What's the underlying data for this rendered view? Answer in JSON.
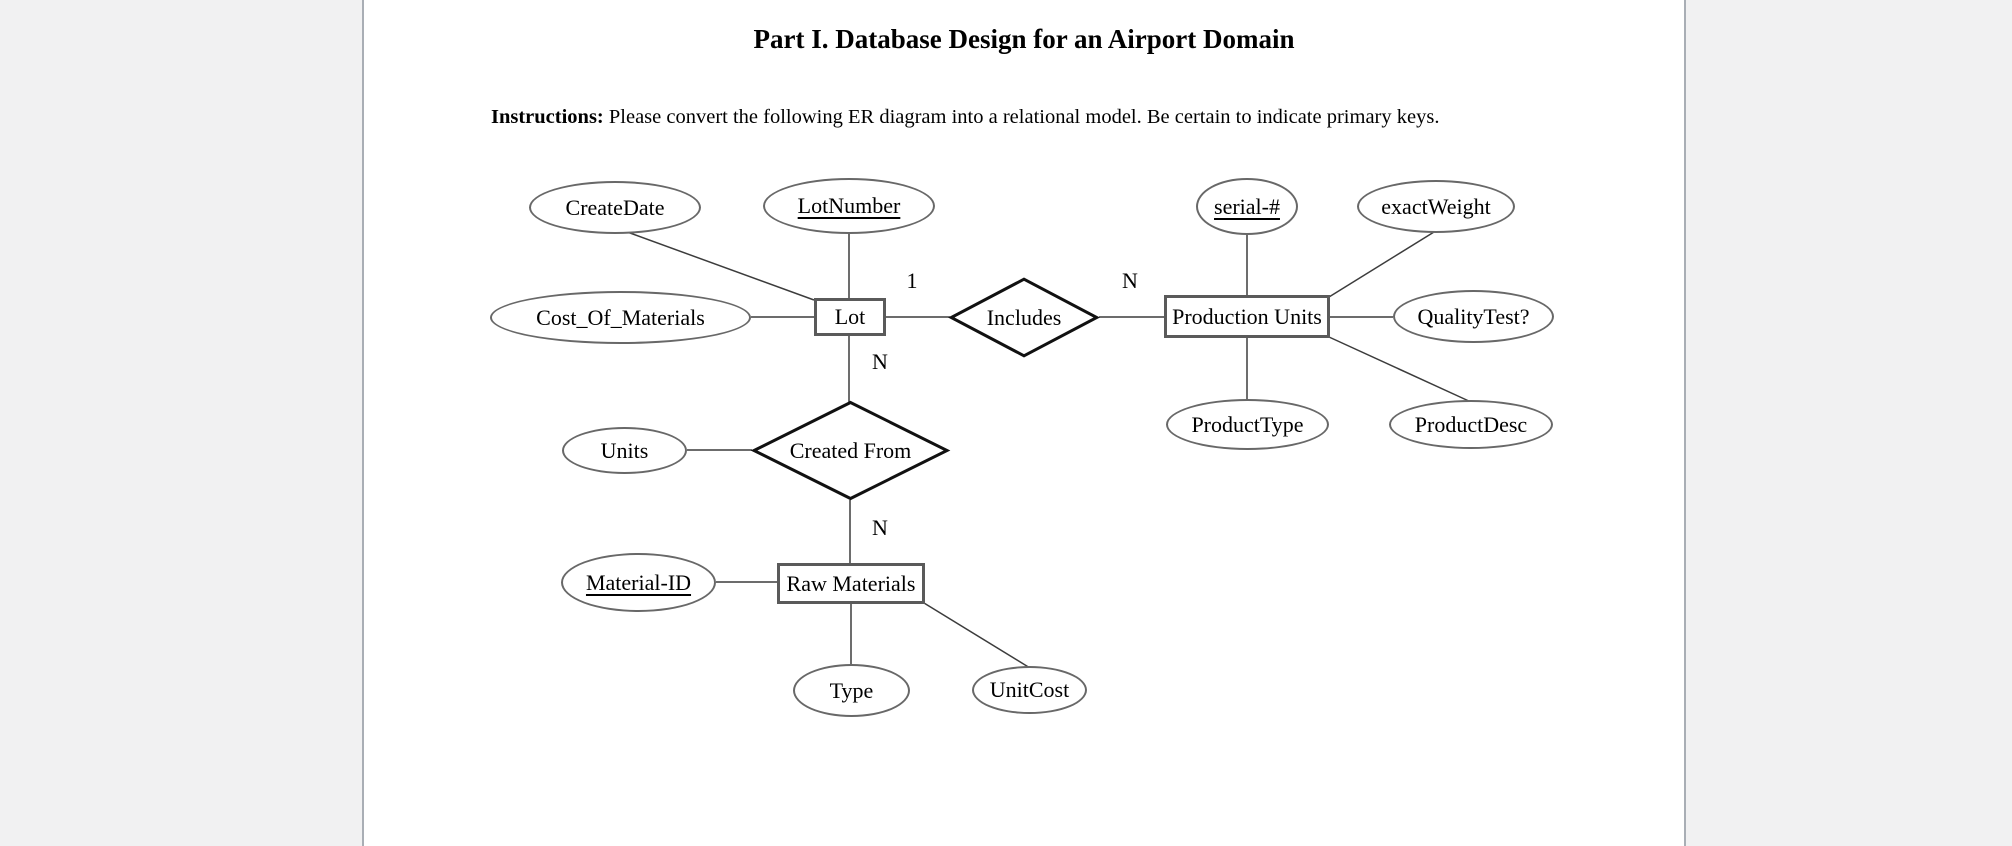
{
  "page": {
    "title": "Part I. Database Design for an Airport Domain",
    "instructions_label": "Instructions:",
    "instructions_text": " Please convert the following ER diagram into a relational model. Be certain to indicate primary keys."
  },
  "diagram": {
    "entities": {
      "lot": {
        "label": "Lot"
      },
      "production_units": {
        "label": "Production Units"
      },
      "raw_materials": {
        "label": "Raw Materials"
      }
    },
    "relationships": {
      "includes": {
        "label": "Includes"
      },
      "created_from": {
        "label": "Created From"
      }
    },
    "attributes": {
      "create_date": {
        "label": "CreateDate",
        "primary_key": false
      },
      "lot_number": {
        "label": "LotNumber",
        "primary_key": true
      },
      "serial_num": {
        "label": "serial-#",
        "primary_key": true
      },
      "exact_weight": {
        "label": "exactWeight",
        "primary_key": false
      },
      "cost_of_materials": {
        "label": "Cost_Of_Materials",
        "primary_key": false
      },
      "quality_test": {
        "label": "QualityTest?",
        "primary_key": false
      },
      "product_type": {
        "label": "ProductType",
        "primary_key": false
      },
      "product_desc": {
        "label": "ProductDesc",
        "primary_key": false
      },
      "units": {
        "label": "Units",
        "primary_key": false
      },
      "material_id": {
        "label": "Material-ID",
        "primary_key": true
      },
      "type": {
        "label": "Type",
        "primary_key": false
      },
      "unit_cost": {
        "label": "UnitCost",
        "primary_key": false
      }
    },
    "cardinalities": {
      "lot_includes": "1",
      "includes_production_units": "N",
      "lot_created_from": "N",
      "created_from_raw_materials": "N"
    },
    "connections": [
      {
        "from": "CreateDate",
        "to": "Lot"
      },
      {
        "from": "LotNumber",
        "to": "Lot"
      },
      {
        "from": "Cost_Of_Materials",
        "to": "Lot"
      },
      {
        "from": "Lot",
        "to": "Includes",
        "cardinality": "1"
      },
      {
        "from": "Includes",
        "to": "Production Units",
        "cardinality": "N"
      },
      {
        "from": "serial-#",
        "to": "Production Units"
      },
      {
        "from": "exactWeight",
        "to": "Production Units"
      },
      {
        "from": "QualityTest?",
        "to": "Production Units"
      },
      {
        "from": "ProductType",
        "to": "Production Units"
      },
      {
        "from": "ProductDesc",
        "to": "Production Units"
      },
      {
        "from": "Lot",
        "to": "Created From",
        "cardinality": "N"
      },
      {
        "from": "Units",
        "to": "Created From"
      },
      {
        "from": "Created From",
        "to": "Raw Materials",
        "cardinality": "N"
      },
      {
        "from": "Material-ID",
        "to": "Raw Materials"
      },
      {
        "from": "Type",
        "to": "Raw Materials"
      },
      {
        "from": "UnitCost",
        "to": "Raw Materials"
      }
    ],
    "colors": {
      "page_background": "#ffffff",
      "outside_background": "#f1f1f2",
      "page_border": "#a9aeb5",
      "ellipse_border": "#686868",
      "entity_border": "#5a5a5a",
      "diamond_border": "#111111",
      "edge_line": "#3c3c3c",
      "text": "#000000"
    }
  }
}
